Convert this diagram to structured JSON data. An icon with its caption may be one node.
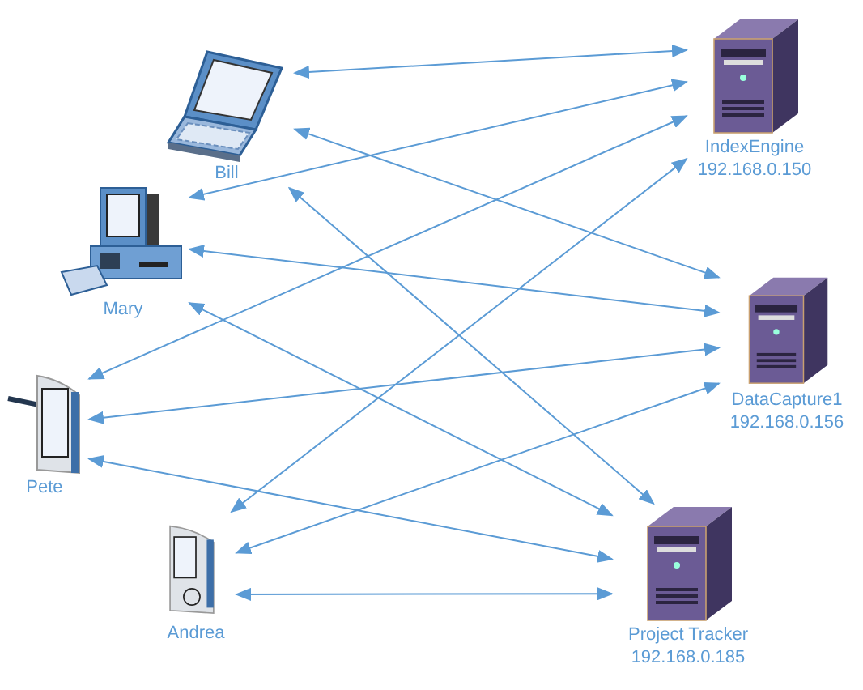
{
  "diagram": {
    "nodes": [
      {
        "text": [
          "Bill"
        ]
      },
      {
        "text": [
          "Mary"
        ]
      },
      {
        "text": [
          "Pete"
        ]
      },
      {
        "text": [
          "Andrea"
        ]
      },
      {
        "text": [
          "IndexEngine",
          "192.168.0.150"
        ]
      },
      {
        "text": [
          "DataCapture1",
          "192.168.0.156"
        ]
      },
      {
        "text": [
          "Project Tracker",
          "192.168.0.185"
        ]
      }
    ],
    "edges": [
      {
        "from": 0,
        "to": 4,
        "arrow": "both"
      },
      {
        "from": 0,
        "to": 5,
        "arrow": "both"
      },
      {
        "from": 0,
        "to": 6,
        "arrow": "both"
      },
      {
        "from": 1,
        "to": 4,
        "arrow": "both"
      },
      {
        "from": 1,
        "to": 5,
        "arrow": "both"
      },
      {
        "from": 1,
        "to": 6,
        "arrow": "both"
      },
      {
        "from": 2,
        "to": 4,
        "arrow": "both"
      },
      {
        "from": 2,
        "to": 5,
        "arrow": "both"
      },
      {
        "from": 2,
        "to": 6,
        "arrow": "both"
      },
      {
        "from": 3,
        "to": 4,
        "arrow": "both"
      },
      {
        "from": 3,
        "to": 5,
        "arrow": "both"
      },
      {
        "from": 3,
        "to": 6,
        "arrow": "both"
      }
    ]
  }
}
